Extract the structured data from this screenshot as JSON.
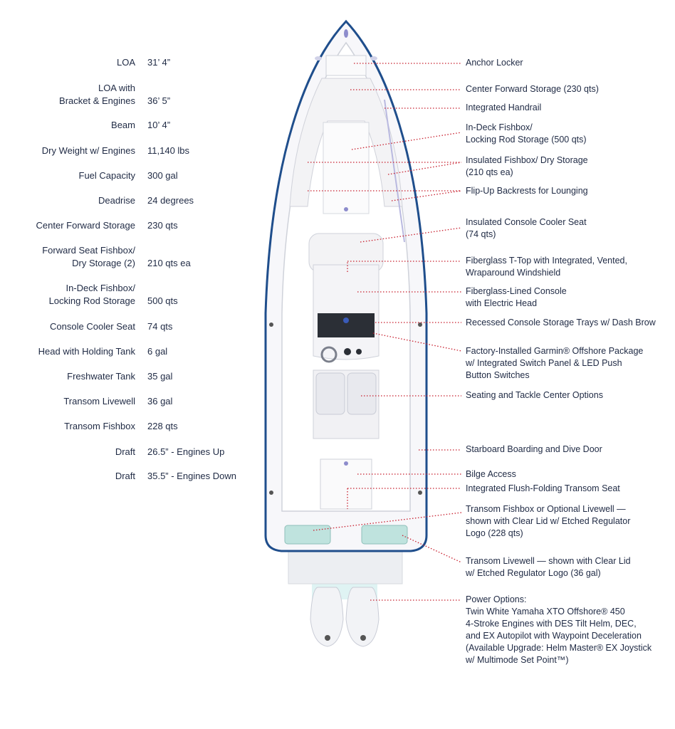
{
  "specs": [
    {
      "label": "LOA",
      "value": "31’ 4”"
    },
    {
      "label": "LOA with\nBracket & Engines",
      "value": "36’ 5”"
    },
    {
      "label": "Beam",
      "value": "10’ 4”"
    },
    {
      "label": "Dry Weight w/ Engines",
      "value": "11,140 lbs"
    },
    {
      "label": "Fuel Capacity",
      "value": "300 gal"
    },
    {
      "label": "Deadrise",
      "value": "24 degrees"
    },
    {
      "label": "Center Forward Storage",
      "value": "230 qts"
    },
    {
      "label": "Forward Seat Fishbox/\nDry Storage (2)",
      "value": "210 qts ea"
    },
    {
      "label": "In-Deck Fishbox/\nLocking Rod Storage",
      "value": "500 qts"
    },
    {
      "label": "Console Cooler Seat",
      "value": "74 qts"
    },
    {
      "label": "Head with Holding Tank",
      "value": "6 gal"
    },
    {
      "label": "Freshwater Tank",
      "value": "35 gal"
    },
    {
      "label": "Transom Livewell",
      "value": "36 gal"
    },
    {
      "label": "Transom Fishbox",
      "value": "228 qts"
    },
    {
      "label": "Draft",
      "value": "26.5” - Engines Up"
    },
    {
      "label": "Draft",
      "value": "35.5” - Engines Down"
    }
  ],
  "callouts": [
    "Anchor Locker",
    "Center Forward Storage (230 qts)",
    "Integrated Handrail",
    "In-Deck Fishbox/\nLocking Rod Storage (500 qts)",
    "Insulated Fishbox/ Dry Storage\n(210 qts ea)",
    "Flip-Up Backrests for Lounging",
    "Insulated Console Cooler Seat\n(74 qts)",
    "Fiberglass T-Top with Integrated, Vented,\nWraparound Windshield",
    "Fiberglass-Lined Console\nwith Electric Head",
    "Recessed Console Storage Trays w/ Dash Brow",
    "Factory-Installed Garmin® Offshore Package\nw/ Integrated Switch Panel & LED Push\nButton Switches",
    "Seating and Tackle Center Options",
    "Starboard Boarding and Dive Door",
    "Bilge Access",
    "Integrated Flush-Folding Transom Seat",
    "Transom Fishbox or Optional Livewell —\nshown with Clear Lid w/ Etched Regulator\nLogo (228 qts)",
    "Transom Livewell — shown with Clear Lid\nw/ Etched Regulator Logo (36 gal)",
    "Power Options:\nTwin White Yamaha XTO Offshore® 450\n4-Stroke Engines with DES Tilt Helm, DEC,\nand EX Autopilot with Waypoint Deceleration\n(Available Upgrade: Helm Master® EX Joystick\nw/ Multimode Set Point™)"
  ],
  "colors": {
    "hull_outline": "#1f4e8c",
    "leader_line": "#c8202f",
    "text": "#1f2a44",
    "deck": "#f4f5f8",
    "accent_purple": "#8d8ccc"
  }
}
